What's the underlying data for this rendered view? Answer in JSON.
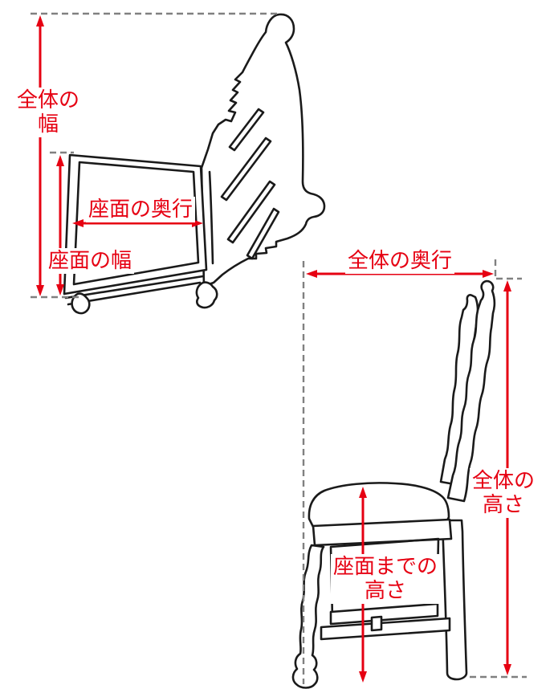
{
  "page": {
    "background": "#ffffff"
  },
  "colors": {
    "dimension_red": "#e60012",
    "guide_gray": "#808080",
    "art_black": "#1a1a1a"
  },
  "views": {
    "top_view": {
      "labels": {
        "overall_width": {
          "lines": [
            "全体の",
            "幅"
          ]
        },
        "seat_depth": {
          "lines": [
            "座面の奥行"
          ]
        },
        "seat_width": {
          "lines": [
            "座面の幅"
          ]
        }
      }
    },
    "side_view": {
      "labels": {
        "overall_depth": {
          "lines": [
            "全体の奥行"
          ]
        },
        "overall_height": {
          "lines": [
            "全体の",
            "高さ"
          ]
        },
        "seat_height": {
          "lines": [
            "座面までの",
            "高さ"
          ]
        }
      }
    }
  }
}
